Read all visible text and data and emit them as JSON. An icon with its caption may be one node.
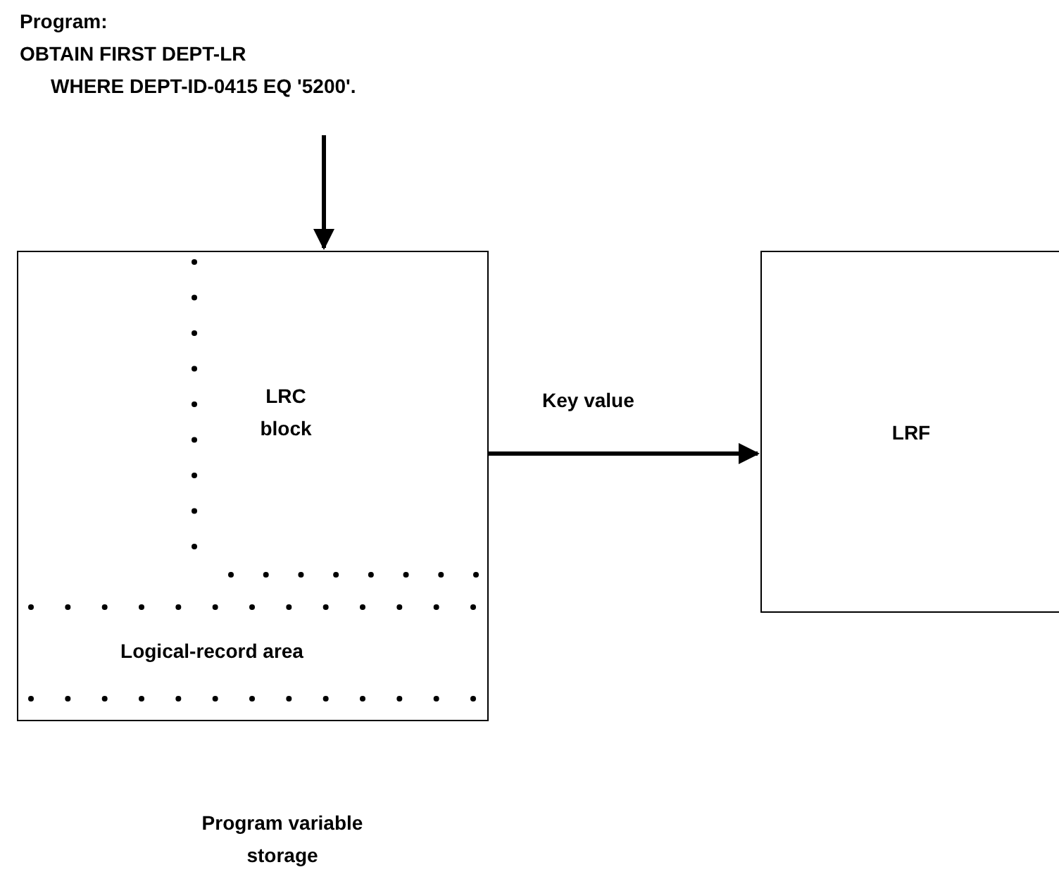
{
  "diagram": {
    "nodes": [
      {
        "text": [
          "Program:",
          "OBTAIN FIRST DEPT-LR",
          "WHERE DEPT-ID-0415 EQ '5200'."
        ]
      },
      {
        "text": [
          "Program variable storage"
        ]
      },
      {
        "text": [
          "LRC block"
        ],
        "in": 1
      },
      {
        "text": [
          "Logical-record area"
        ],
        "in": 1
      },
      {
        "text": [
          "LRF"
        ]
      }
    ],
    "edges": [
      {
        "from": 0,
        "to": 1,
        "arrow": "to"
      },
      {
        "from": 2,
        "to": 4,
        "arrow": "to",
        "label": "Key value"
      }
    ]
  }
}
